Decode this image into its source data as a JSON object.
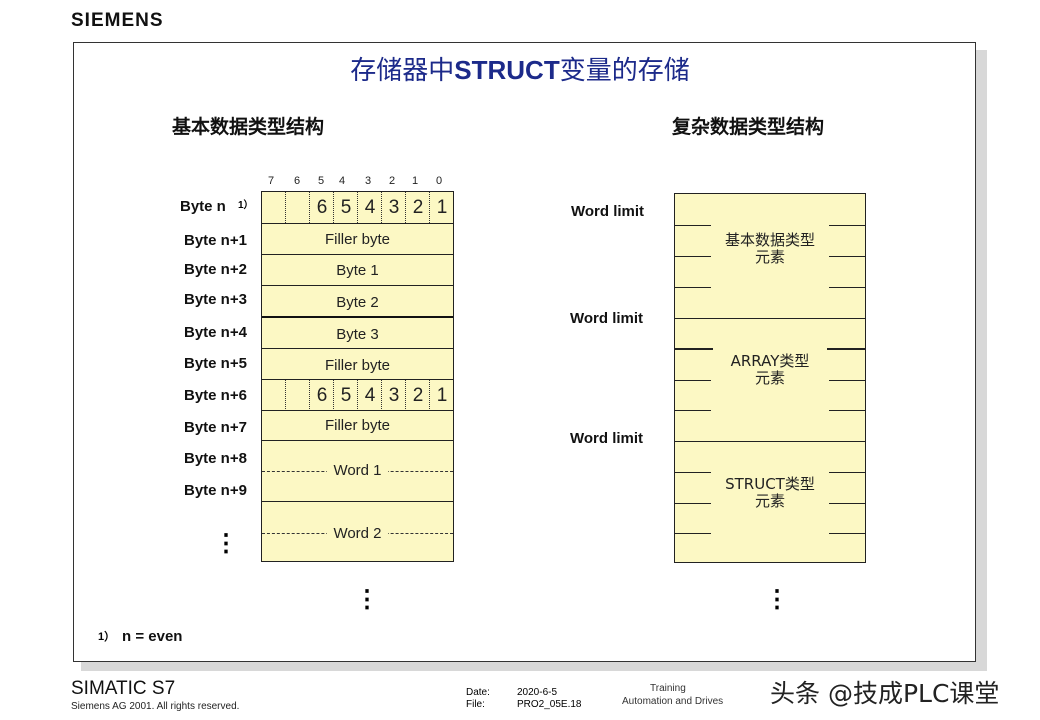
{
  "brand": "SIEMENS",
  "title_pre": "存储器中",
  "title_bold": "STRUCT",
  "title_post": "变量的存储",
  "left_heading": "基本数据类型结构",
  "right_heading": "复杂数据类型结构",
  "bit_numbers": [
    "7",
    "6",
    "5",
    "4",
    "3",
    "2",
    "1",
    "0"
  ],
  "byte_labels": [
    "Byte n",
    "Byte n+1",
    "Byte n+2",
    "Byte n+3",
    "Byte n+4",
    "Byte n+5",
    "Byte n+6",
    "Byte n+7",
    "Byte n+8",
    "Byte n+9"
  ],
  "footnote_mark": "1）",
  "bit_cells": [
    "6",
    "5",
    "4",
    "3",
    "2",
    "1"
  ],
  "rows": {
    "r1": "Filler byte",
    "r2": "Byte 1",
    "r3": "Byte 2",
    "r4": "Byte 3",
    "r5": "Filler byte",
    "r7": "Filler byte",
    "w1": "Word 1",
    "w2": "Word 2"
  },
  "word_limit": "Word limit",
  "elements": [
    {
      "l1": "基本数据类型",
      "l2": "元素"
    },
    {
      "l1": "ARRAY类型",
      "l2": "元素"
    },
    {
      "l1": "STRUCT类型",
      "l2": "元素"
    }
  ],
  "ellipsis": "⋮",
  "footnote": {
    "mark": "1）",
    "text": "n = even"
  },
  "footer": {
    "product": "SIMATIC S7",
    "copyright": "Siemens AG 2001. All rights reserved.",
    "date_label": "Date:",
    "date": "2020-6-5",
    "file_label": "File:",
    "file": "PRO2_05E.18",
    "dept1": "Training",
    "dept2": "Automation and Drives",
    "watermark": "头条 @技成PLC课堂"
  },
  "colors": {
    "title": "#1c2a8a",
    "cell_fill": "#fcf8c4"
  }
}
